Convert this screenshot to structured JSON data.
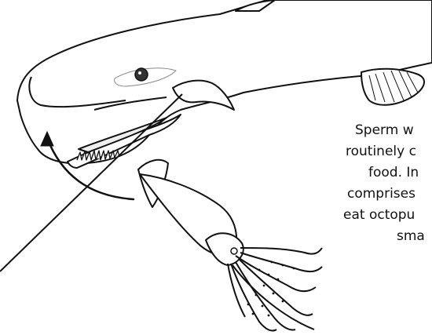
{
  "caption": {
    "lines": [
      "Sperm w",
      "routinely c",
      "food.  In",
      "comprises",
      "eat octopu",
      "sma"
    ]
  },
  "colors": {
    "ink": "#111111",
    "tongue": "#eeeeee",
    "eye": "#333333",
    "paper": "#ffffff"
  }
}
